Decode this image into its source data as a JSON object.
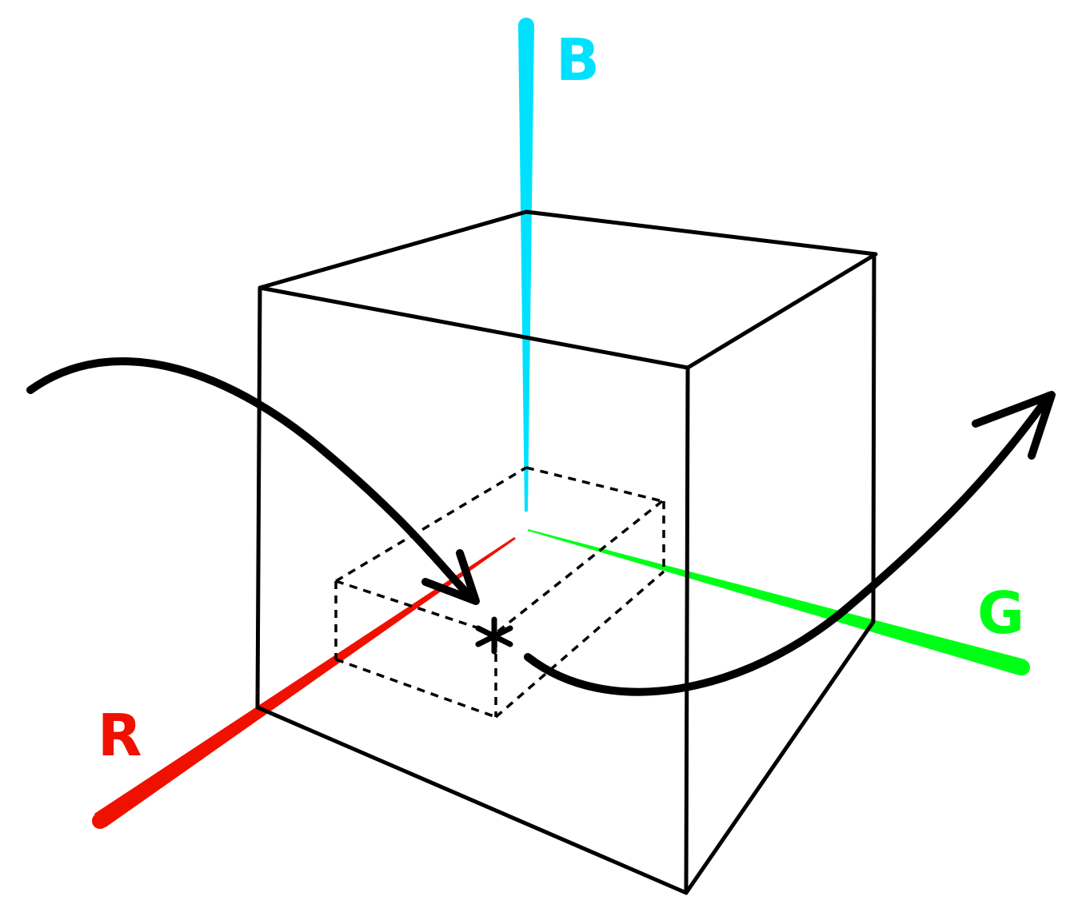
{
  "title": "RGB color cube",
  "axes": {
    "blue": {
      "label": "B",
      "color": "#00e1ff"
    },
    "green": {
      "label": "G",
      "color": "#00ff16"
    },
    "red": {
      "label": "R",
      "color": "#f01000"
    }
  },
  "colors": {
    "stroke": "#000000"
  }
}
